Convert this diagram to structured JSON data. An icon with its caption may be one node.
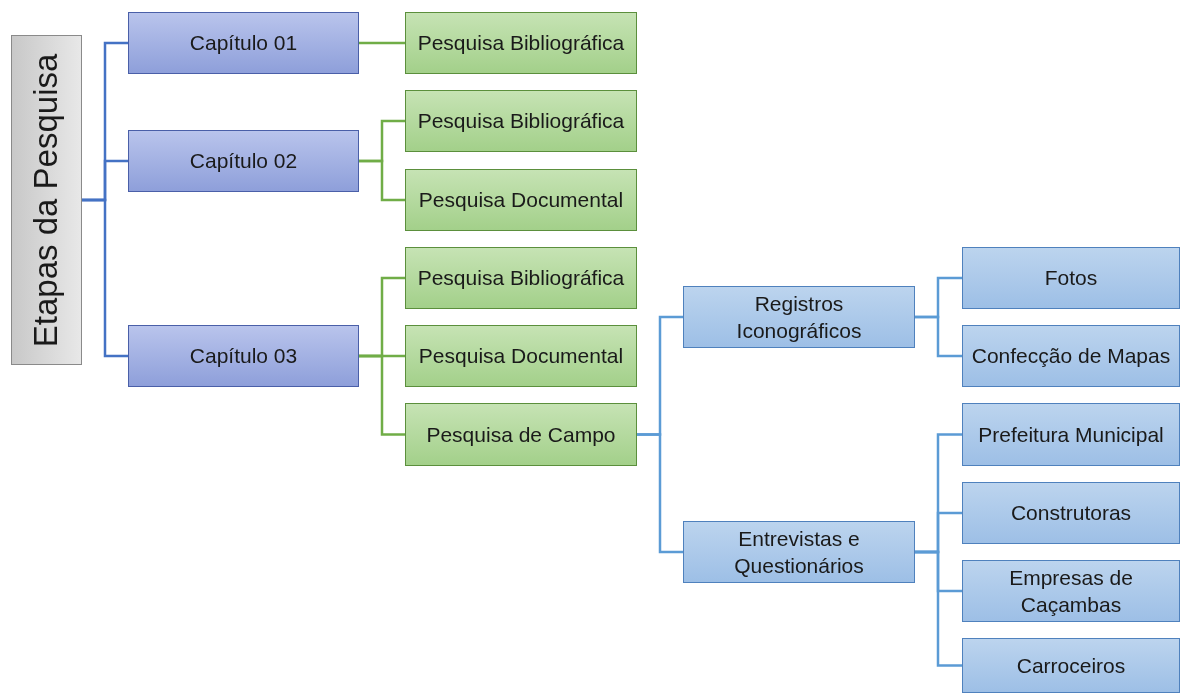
{
  "diagram": {
    "nodes": [
      {
        "text": [
          "Etapas da Pesquisa"
        ]
      },
      {
        "text": [
          "Capítulo 01"
        ]
      },
      {
        "text": [
          "Pesquisa Bibliográfica"
        ]
      },
      {
        "text": [
          "Capítulo 02"
        ]
      },
      {
        "text": [
          "Pesquisa Bibliográfica"
        ]
      },
      {
        "text": [
          "Pesquisa Documental"
        ]
      },
      {
        "text": [
          "Capítulo 03"
        ]
      },
      {
        "text": [
          "Pesquisa Bibliográfica"
        ]
      },
      {
        "text": [
          "Pesquisa Documental"
        ]
      },
      {
        "text": [
          "Pesquisa de Campo"
        ]
      },
      {
        "text": [
          "Registros Iconográficos"
        ]
      },
      {
        "text": [
          "Fotos"
        ]
      },
      {
        "text": [
          "Confecção de Mapas"
        ]
      },
      {
        "text": [
          "Entrevistas e Questionários"
        ]
      },
      {
        "text": [
          "Prefeitura Municipal"
        ]
      },
      {
        "text": [
          "Construtoras"
        ]
      },
      {
        "text": [
          "Empresas de Caçambas"
        ]
      },
      {
        "text": [
          "Carroceiros"
        ]
      }
    ],
    "edges": [
      {
        "from": 0,
        "to": 1,
        "arrow": "none",
        "color": "#4472c4"
      },
      {
        "from": 0,
        "to": 3,
        "arrow": "none",
        "color": "#4472c4"
      },
      {
        "from": 0,
        "to": 6,
        "arrow": "none",
        "color": "#4472c4"
      },
      {
        "from": 1,
        "to": 2,
        "arrow": "none",
        "color": "#70ad47"
      },
      {
        "from": 3,
        "to": 4,
        "arrow": "none",
        "color": "#70ad47"
      },
      {
        "from": 3,
        "to": 5,
        "arrow": "none",
        "color": "#70ad47"
      },
      {
        "from": 6,
        "to": 7,
        "arrow": "none",
        "color": "#70ad47"
      },
      {
        "from": 6,
        "to": 8,
        "arrow": "none",
        "color": "#70ad47"
      },
      {
        "from": 6,
        "to": 9,
        "arrow": "none",
        "color": "#70ad47"
      },
      {
        "from": 9,
        "to": 10,
        "arrow": "none"
      },
      {
        "from": 9,
        "to": 13,
        "arrow": "none"
      },
      {
        "from": 10,
        "to": 11,
        "arrow": "none"
      },
      {
        "from": 10,
        "to": 12,
        "arrow": "none"
      },
      {
        "from": 13,
        "to": 14,
        "arrow": "none"
      },
      {
        "from": 13,
        "to": 15,
        "arrow": "none"
      },
      {
        "from": 13,
        "to": 16,
        "arrow": "none"
      },
      {
        "from": 13,
        "to": 17,
        "arrow": "none"
      }
    ]
  }
}
